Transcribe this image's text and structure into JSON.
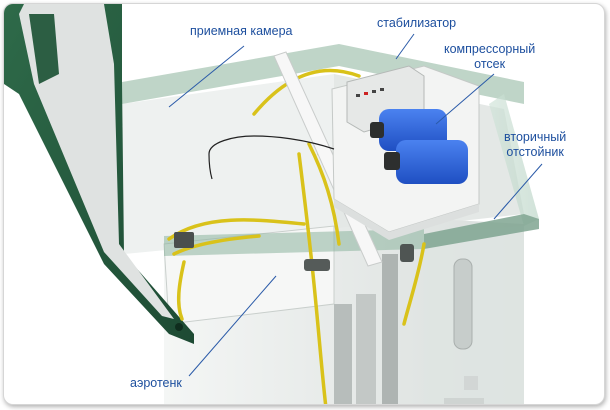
{
  "labels": {
    "receiving_chamber": "приемная камера",
    "stabilizer": "стабилизатор",
    "compressor_line1": "компрессорный",
    "compressor_line2": "отсек",
    "secondary_line1": "вторичный",
    "secondary_line2": "отстойник",
    "aerotank": "аэротенк"
  },
  "colors": {
    "label_text": "#1d4f9e",
    "leader_line": "#2a5aa8",
    "lid_green": "#245a3e",
    "tank_wall": "#e9eceb",
    "pipe_yellow": "#d9c21a",
    "compressor_blue": "#2a5fd6"
  }
}
